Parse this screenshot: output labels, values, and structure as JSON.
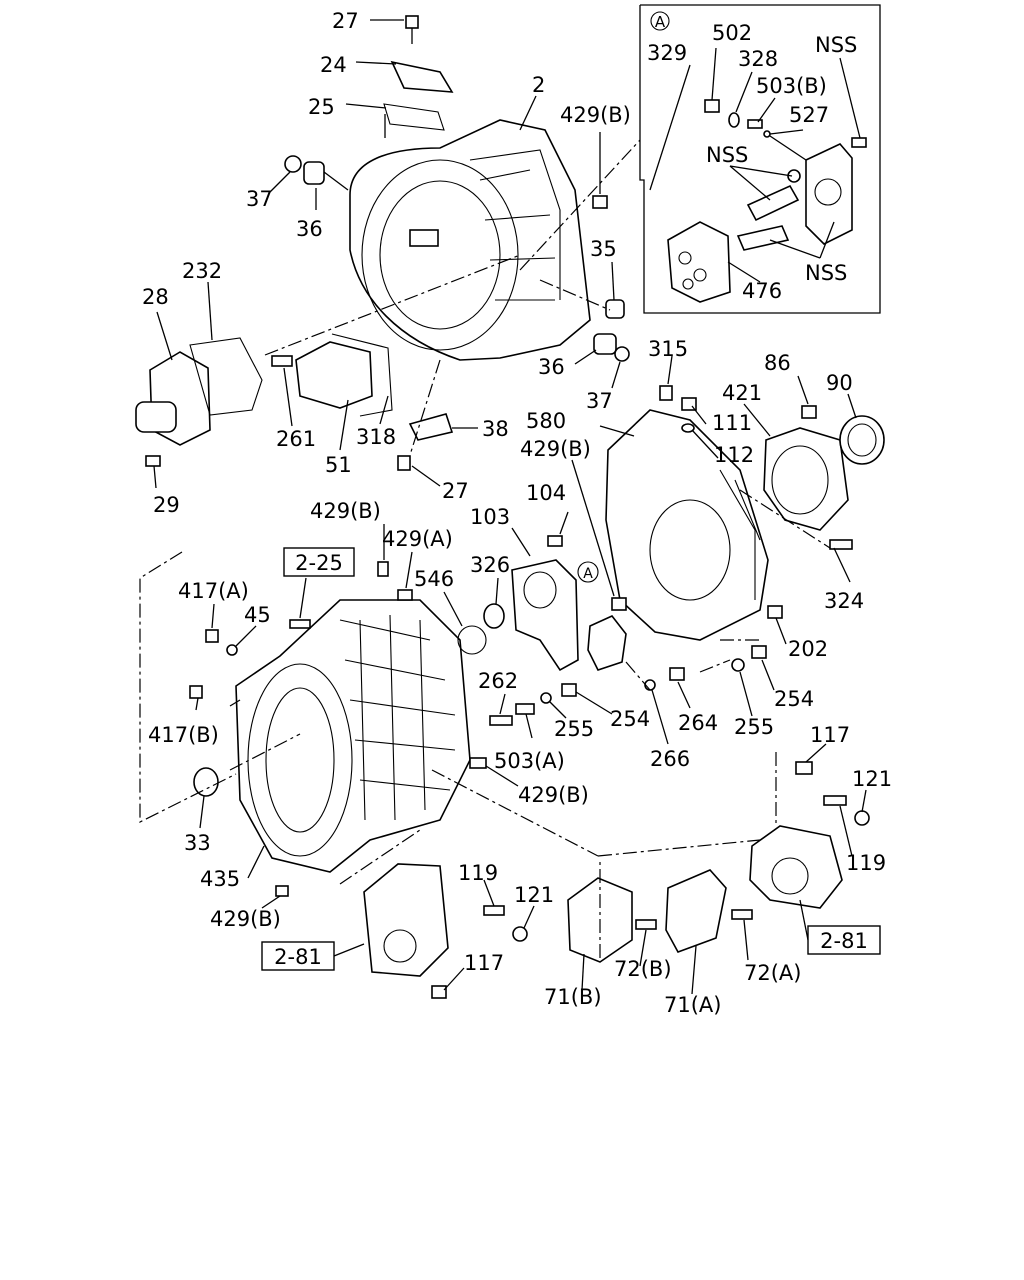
{
  "inset_marker": "A",
  "inset_labels": [
    "329",
    "502",
    "328",
    "503(B)",
    "527",
    "NSS",
    "NSS",
    "NSS",
    "476"
  ],
  "ref_boxes": [
    "2-25",
    "2-81",
    "2-81"
  ],
  "part_labels": {
    "p27a": "27",
    "p24": "24",
    "p25": "25",
    "p2": "2",
    "p429b1": "429(B)",
    "p37a": "37",
    "p36a": "36",
    "p35": "35",
    "p232": "232",
    "p28": "28",
    "p36b": "36",
    "p37b": "37",
    "p261": "261",
    "p318": "318",
    "p51": "51",
    "p38": "38",
    "p27b": "27",
    "p29": "29",
    "p315": "315",
    "p86": "86",
    "p90": "90",
    "p421": "421",
    "p580": "580",
    "p111": "111",
    "p429b2": "429(B)",
    "p112": "112",
    "p104": "104",
    "p429b3": "429(B)",
    "p429a1": "429(A)",
    "p103": "103",
    "p326": "326",
    "p546": "546",
    "p417a": "417(A)",
    "p45": "45",
    "p324": "324",
    "p202": "202",
    "p254a": "254",
    "p262": "262",
    "p254b": "254",
    "p264": "264",
    "p255a": "255",
    "p255b": "255",
    "p417b": "417(B)",
    "p503a": "503(A)",
    "p266": "266",
    "p117a": "117",
    "p121a": "121",
    "p429b4": "429(B)",
    "p33": "33",
    "p119a": "119",
    "p435": "435",
    "p119b": "119",
    "p121b": "121",
    "p429b5": "429(B)",
    "p117b": "117",
    "p72b": "72(B)",
    "p72a": "72(A)",
    "p71b": "71(B)",
    "p71a": "71(A)"
  }
}
